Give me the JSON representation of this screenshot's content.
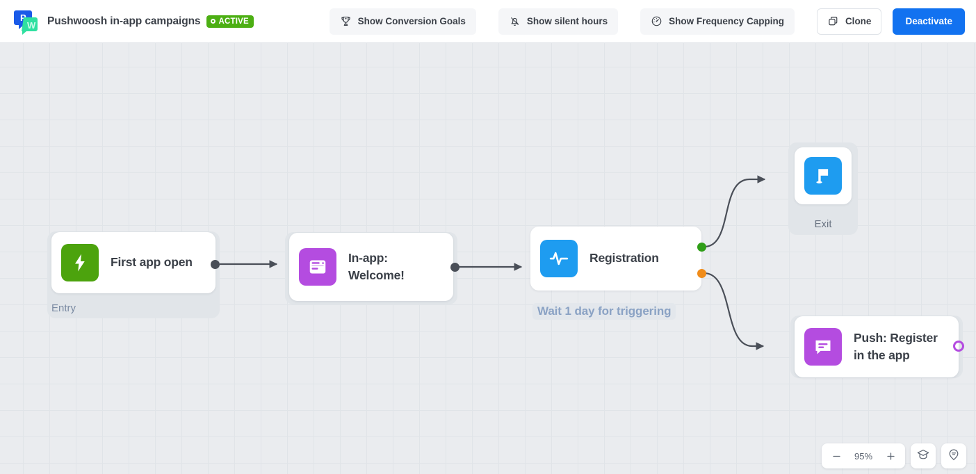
{
  "header": {
    "logo_icon": "pushwoosh-logo-icon",
    "campaign_title": "Pushwoosh in-app campaigns",
    "status_badge": "ACTIVE",
    "status_badge_color": "#4caf13",
    "buttons": [
      {
        "label": "Show Conversion Goals",
        "icon": "trophy-icon"
      },
      {
        "label": "Show silent hours",
        "icon": "bell-slash-icon"
      },
      {
        "label": "Show Frequency Capping",
        "icon": "gauge-icon"
      },
      {
        "label": "Clone",
        "icon": "copy-icon"
      },
      {
        "label": "Deactivate",
        "icon": "none",
        "color": "#1272f0"
      }
    ]
  },
  "canvas": {
    "grid_size": 38,
    "background_color": "#eaecef",
    "nodes": [
      {
        "id": "entry",
        "label": "First app open",
        "caption": "Entry",
        "icon": "lightning-bolt-icon",
        "icon_color": "#4ca30d"
      },
      {
        "id": "in-app",
        "label": "In-app:\nWelcome!",
        "icon": "in-app-window-icon",
        "icon_color": "#b44ce0"
      },
      {
        "id": "registration",
        "label": "Registration",
        "caption": "Wait 1 day for triggering",
        "icon": "activity-pulse-icon",
        "icon_color": "#1e9cf0"
      },
      {
        "id": "exit",
        "label": "Exit",
        "icon": "flag-icon",
        "icon_color": "#1e9cf0"
      },
      {
        "id": "push",
        "label": "Push: Register\nin the app",
        "icon": "push-message-icon",
        "icon_color": "#b44ce0"
      }
    ],
    "ports": [
      {
        "id": "entry-out",
        "color": "#4a4f58"
      },
      {
        "id": "in-app-out",
        "color": "#4a4f58"
      },
      {
        "id": "registration-out-yes",
        "color": "#2f9e18"
      },
      {
        "id": "registration-out-no",
        "color": "#f08c1a"
      },
      {
        "id": "push-out",
        "color": "#b44ce0"
      }
    ]
  },
  "zoom": {
    "minus_label": "−",
    "value": "95%",
    "plus_label": "+",
    "tutorial_icon": "graduation-cap-icon",
    "legend_icon": "map-pin-legend-icon"
  }
}
